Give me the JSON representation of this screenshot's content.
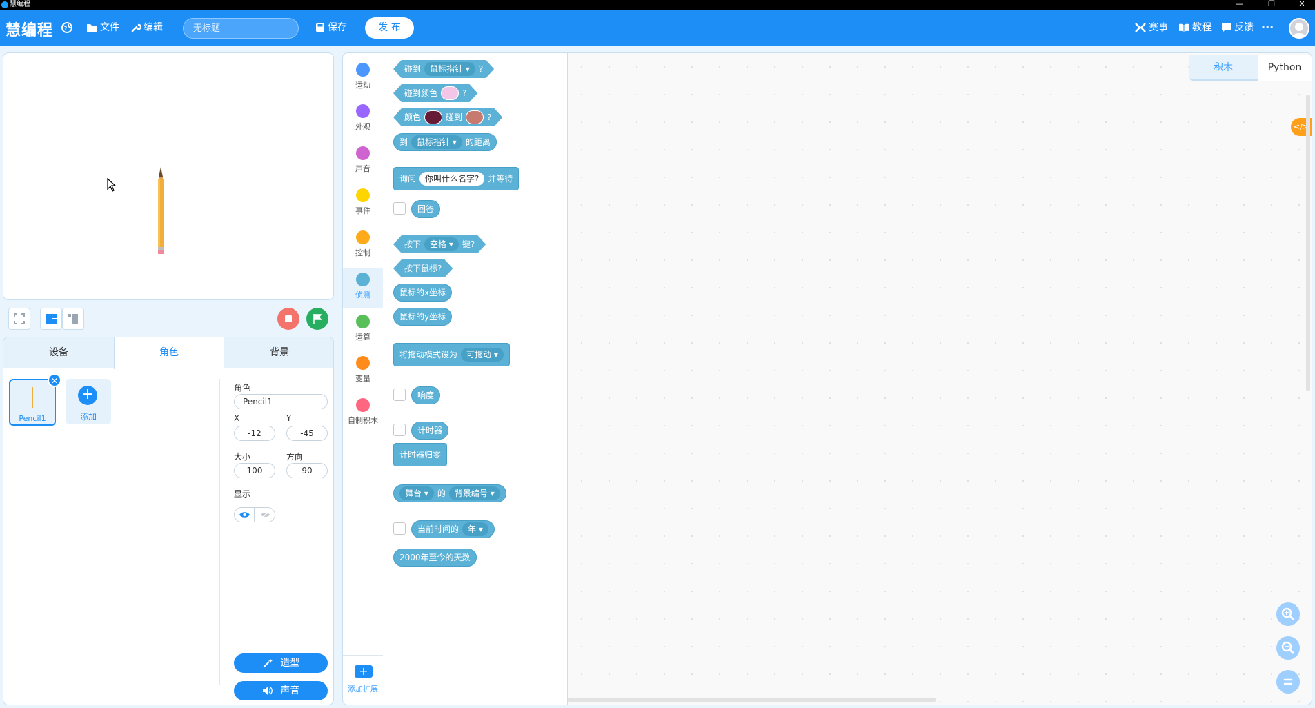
{
  "window": {
    "title": "慧编程",
    "controls": [
      "—",
      "❐",
      "✕"
    ]
  },
  "menubar": {
    "logo": "慧编程",
    "file": "文件",
    "edit": "编辑",
    "project_title_placeholder": "无标题",
    "save": "保存",
    "publish": "发 布",
    "right": {
      "contest": "赛事",
      "tutorial": "教程",
      "feedback": "反馈",
      "more": "···"
    }
  },
  "stage_tools": {
    "fullscreen": "fullscreen-icon",
    "layout_large": "layout-large-icon",
    "layout_small": "layout-small-icon"
  },
  "sprite_panel": {
    "tabs": [
      "设备",
      "角色",
      "背景"
    ],
    "active_tab": "角色",
    "sprite": {
      "name": "Pencil1"
    },
    "add_label": "添加",
    "props": {
      "sprite_label": "角色",
      "sprite_name": "Pencil1",
      "x_label": "X",
      "x": "-12",
      "y_label": "Y",
      "y": "-45",
      "size_label": "大小",
      "size": "100",
      "direction_label": "方向",
      "direction": "90",
      "show_label": "显示"
    },
    "costume_btn": "造型",
    "sound_btn": "声音"
  },
  "categories": [
    {
      "label": "运动",
      "color": "#4c97ff"
    },
    {
      "label": "外观",
      "color": "#9966ff"
    },
    {
      "label": "声音",
      "color": "#cf63cf"
    },
    {
      "label": "事件",
      "color": "#ffd500"
    },
    {
      "label": "控制",
      "color": "#ffab19"
    },
    {
      "label": "侦测",
      "color": "#5cb1d6"
    },
    {
      "label": "运算",
      "color": "#59c059"
    },
    {
      "label": "变量",
      "color": "#ff8c1a"
    },
    {
      "label": "自制积木",
      "color": "#ff6680"
    }
  ],
  "active_category": "侦测",
  "add_extension": "添加扩展",
  "blocks": {
    "touching": {
      "a": "碰到",
      "dd": "鼠标指针",
      "q": "?"
    },
    "touching_color": {
      "a": "碰到颜色",
      "q": "?",
      "swatch": "#f3c6e7"
    },
    "color_touching": {
      "a": "颜色",
      "swatch1": "#661a36",
      "b": "碰到",
      "swatch2": "#c77b6e",
      "q": "?"
    },
    "distance": {
      "a": "到",
      "dd": "鼠标指针",
      "b": "的距离"
    },
    "ask": {
      "a": "询问",
      "input": "你叫什么名字?",
      "b": "并等待"
    },
    "answer": "回答",
    "key_pressed": {
      "a": "按下",
      "dd": "空格",
      "b": "键?"
    },
    "mouse_down": "按下鼠标?",
    "mouse_x": "鼠标的x坐标",
    "mouse_y": "鼠标的y坐标",
    "drag_mode": {
      "a": "将拖动模式设为",
      "dd": "可拖动"
    },
    "loudness": "响度",
    "timer": "计时器",
    "reset_timer": "计时器归零",
    "of": {
      "dd1": "舞台",
      "a": "的",
      "dd2": "背景编号"
    },
    "current": {
      "a": "当前时间的",
      "dd": "年"
    },
    "days_since": "2000年至今的天数"
  },
  "code_area": {
    "tab_blocks": "积木",
    "tab_python": "Python",
    "toggle": "</>"
  }
}
